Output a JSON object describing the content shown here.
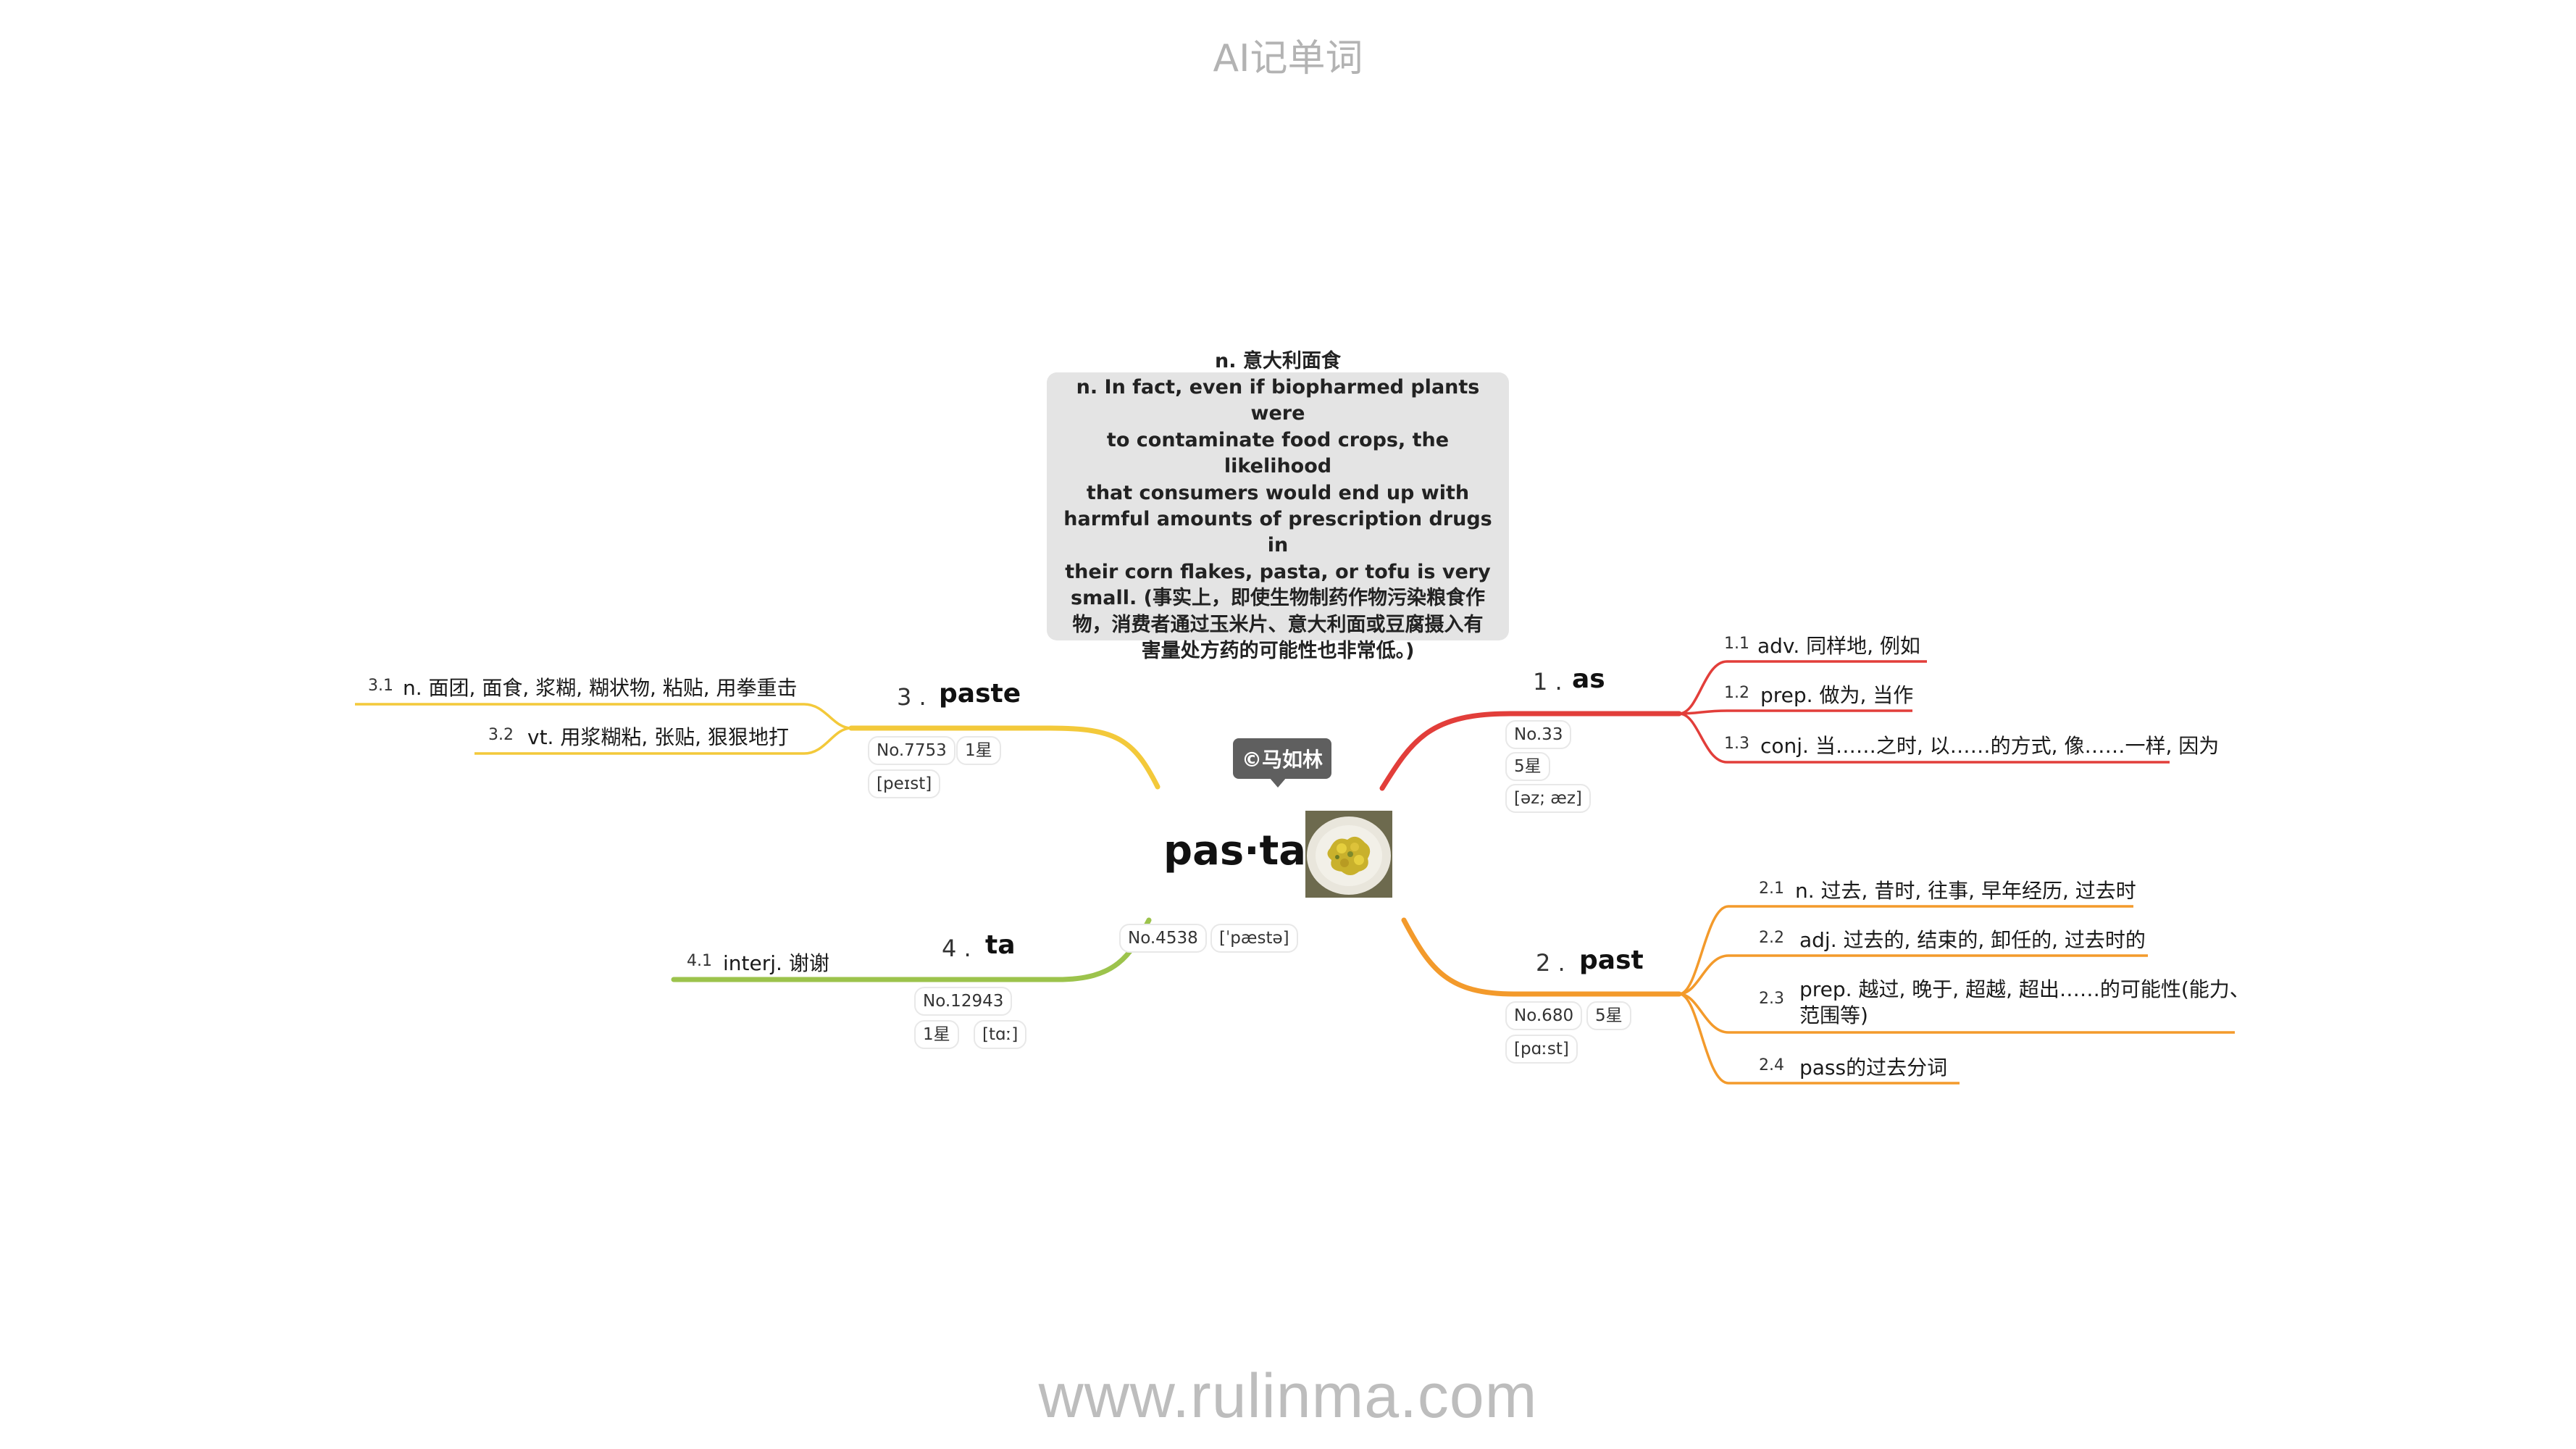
{
  "header": {
    "title": "AI记单词"
  },
  "footer": {
    "site": "www.rulinma.com"
  },
  "central": {
    "word": "pas·ta",
    "copyright": "©马如林",
    "no": "No.4538",
    "phonetic": "[ˈpæstə]"
  },
  "note": {
    "lines": [
      "n. 意大利面食",
      "n. In fact, even if biopharmed plants were",
      "to contaminate food crops, the likelihood",
      "that consumers would end up with",
      "harmful amounts of prescription drugs in",
      "their corn flakes, pasta, or tofu is very",
      "small. (事实上，即使生物制药作物污染粮食作",
      "物，消费者通过玉米片、意大利面或豆腐摄入有",
      "害量处方药的可能性也非常低。)"
    ]
  },
  "colors": {
    "red": "#e23e3a",
    "orange": "#f39a2b",
    "yellow": "#f3c93a",
    "green": "#9cc34c"
  },
  "branches": [
    {
      "num": "1 .",
      "word": "as",
      "tags": [
        "No.33",
        "5星",
        "[əz; æz]"
      ],
      "senses": [
        {
          "num": "1.1",
          "text": "adv. 同样地, 例如"
        },
        {
          "num": "1.2",
          "text": "prep. 做为, 当作"
        },
        {
          "num": "1.3",
          "text": "conj. 当……之时, 以……的方式, 像……一样, 因为"
        }
      ]
    },
    {
      "num": "2 .",
      "word": "past",
      "tags": [
        "No.680",
        "5星",
        "[pɑːst]"
      ],
      "senses": [
        {
          "num": "2.1",
          "text": "n. 过去, 昔时, 往事, 早年经历, 过去时"
        },
        {
          "num": "2.2",
          "text": "adj. 过去的, 结束的, 卸任的, 过去时的"
        },
        {
          "num": "2.3",
          "text": "prep. 越过, 晚于, 超越, 超出……的可能性(能力、",
          "text2": "范围等)"
        },
        {
          "num": "2.4",
          "text": "pass的过去分词"
        }
      ]
    },
    {
      "num": "3 .",
      "word": "paste",
      "tags": [
        "No.7753",
        "1星",
        "[peɪst]"
      ],
      "senses": [
        {
          "num": "3.1",
          "text": "n. 面团, 面食, 浆糊, 糊状物, 粘贴, 用拳重击"
        },
        {
          "num": "3.2",
          "text": "vt. 用浆糊粘, 张贴, 狠狠地打"
        }
      ]
    },
    {
      "num": "4 .",
      "word": "ta",
      "tags": [
        "No.12943",
        "1星",
        "[tɑː]"
      ],
      "senses": [
        {
          "num": "4.1",
          "text": "interj. 谢谢"
        }
      ]
    }
  ]
}
